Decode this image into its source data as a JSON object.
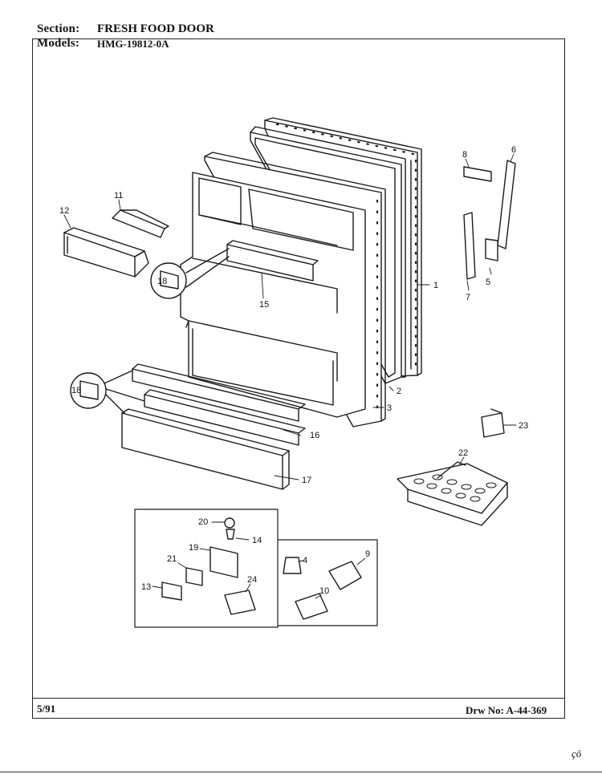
{
  "header": {
    "section_label": "Section:",
    "section_value": "FRESH FOOD DOOR",
    "models_label": "Models:",
    "models_value": "HMG-19812-0A"
  },
  "footer": {
    "date": "5/91",
    "drawing_no": "Drw No: A-44-369"
  },
  "margin_mark": "çô",
  "callouts": {
    "c1": "1",
    "c2": "2",
    "c3": "3",
    "c4": "4",
    "c5": "5",
    "c6": "6",
    "c7": "7",
    "c8": "8",
    "c9": "9",
    "c10": "10",
    "c11": "11",
    "c12": "12",
    "c13": "13",
    "c14": "14",
    "c15": "15",
    "c16": "16",
    "c17": "17",
    "c18a": "18",
    "c18b": "18",
    "c19": "19",
    "c20": "20",
    "c21": "21",
    "c22": "22",
    "c23": "23",
    "c24": "24"
  }
}
